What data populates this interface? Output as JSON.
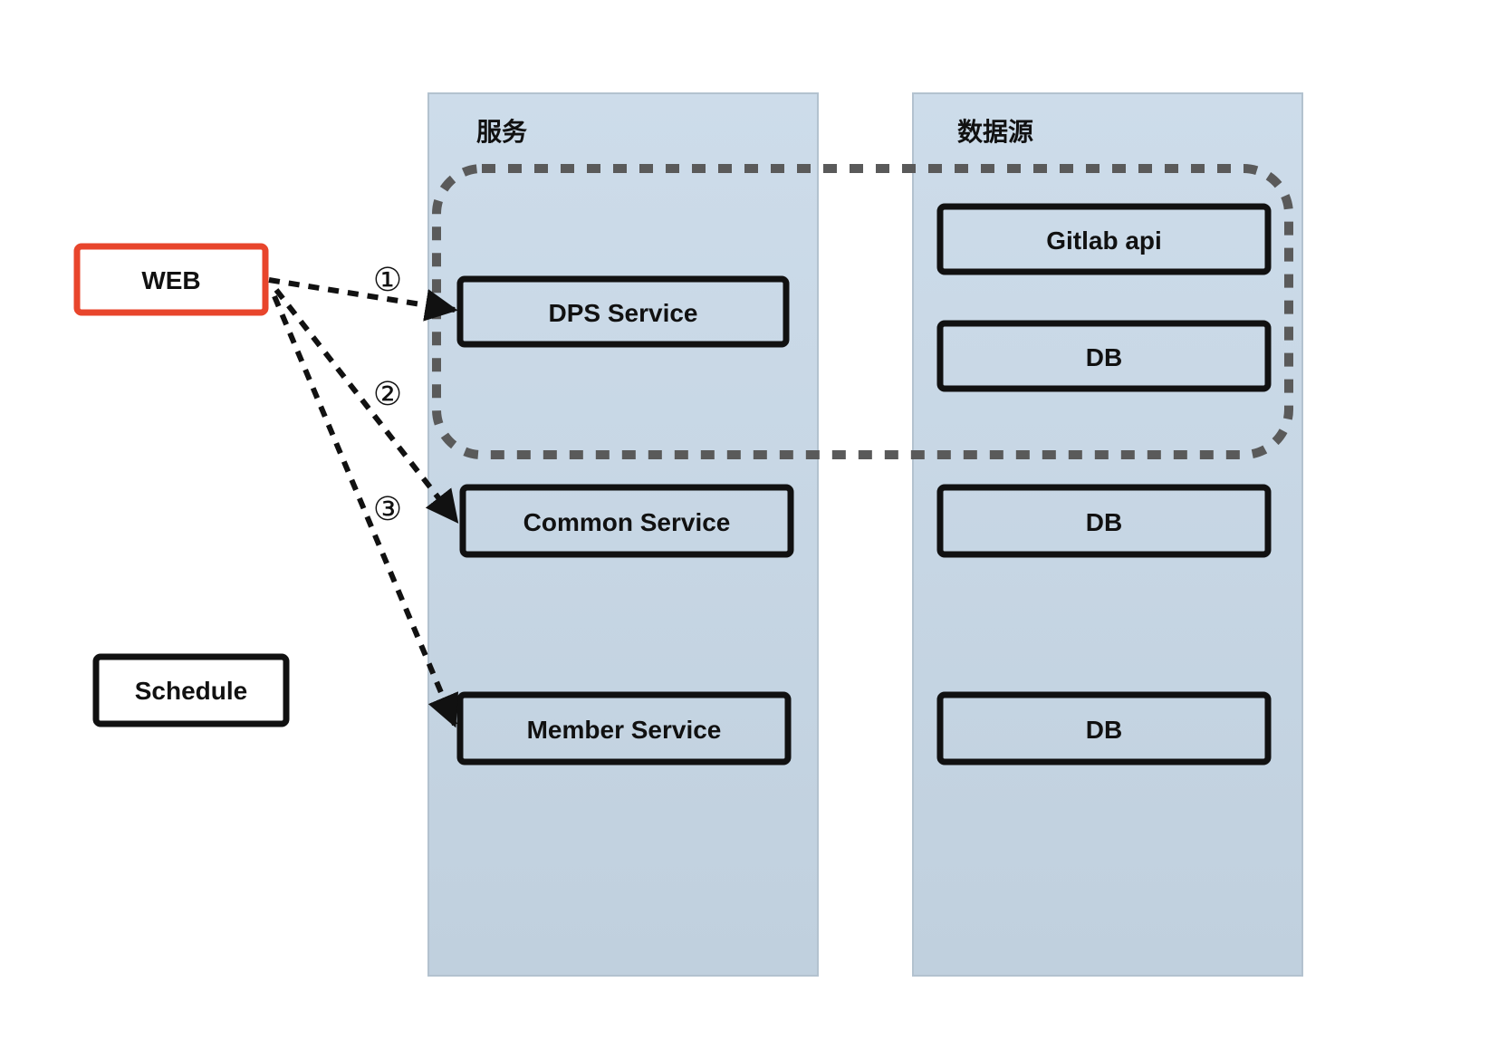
{
  "columns": {
    "services": {
      "title": "服务"
    },
    "datasources": {
      "title": "数据源"
    }
  },
  "nodes": {
    "web": {
      "label": "WEB"
    },
    "schedule": {
      "label": "Schedule"
    },
    "dps_service": {
      "label": "DPS Service"
    },
    "common_service": {
      "label": "Common Service"
    },
    "member_service": {
      "label": "Member Service"
    },
    "gitlab_api": {
      "label": "Gitlab api"
    },
    "dps_db": {
      "label": "DB"
    },
    "common_db": {
      "label": "DB"
    },
    "member_db": {
      "label": "DB"
    }
  },
  "steps": {
    "one": {
      "label": "①"
    },
    "two": {
      "label": "②"
    },
    "three": {
      "label": "③"
    }
  },
  "colors": {
    "column_fill": "#c8d7e3",
    "web_border": "#e8452c",
    "box_border": "#111111",
    "group_border": "#5a5a5a"
  }
}
